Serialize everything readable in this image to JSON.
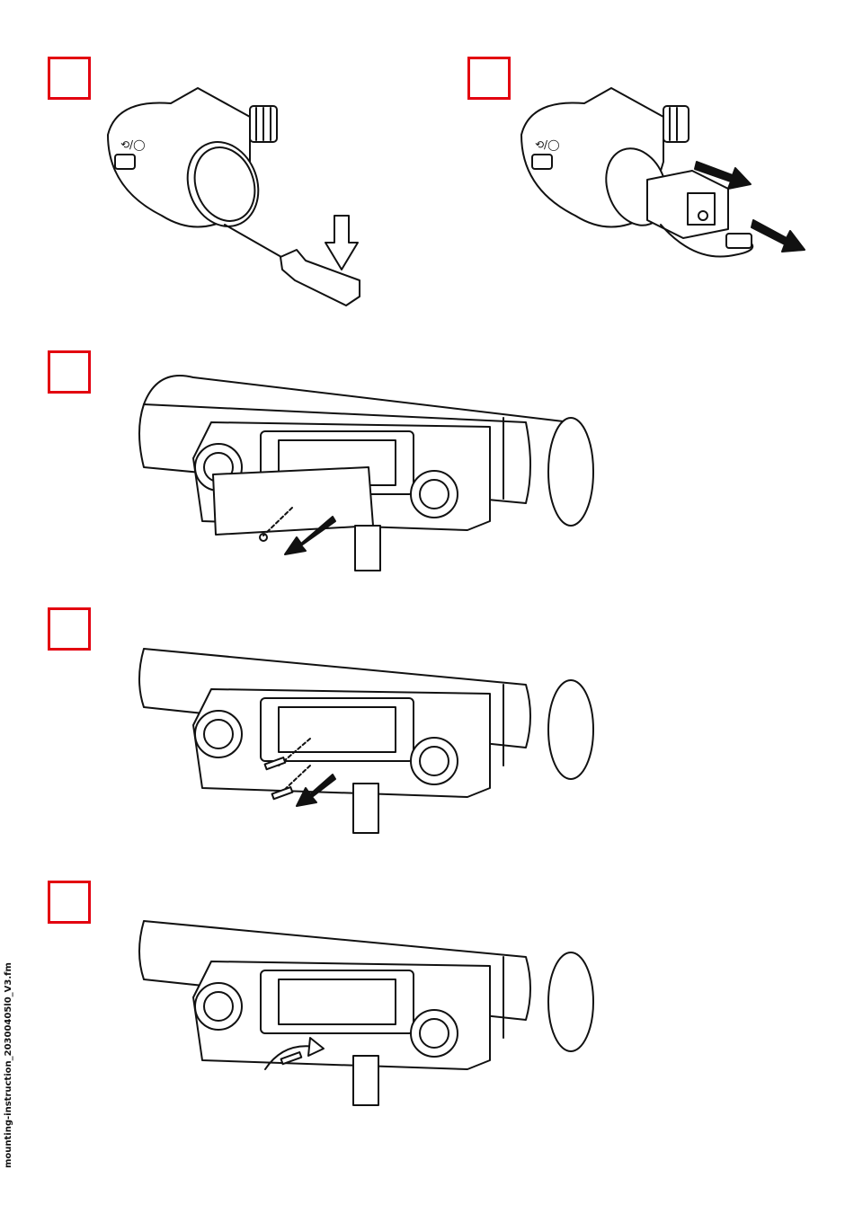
{
  "document": {
    "footer_filename": "mounting-instruction_20300405l0_V3.fm"
  },
  "steps": [
    {
      "id": 1,
      "marker_color": "#e3000f",
      "illustration": "remove-cap-with-tool"
    },
    {
      "id": 2,
      "marker_color": "#e3000f",
      "illustration": "pull-out-cartridge"
    },
    {
      "id": 3,
      "marker_color": "#e3000f",
      "illustration": "remove-cover-plate"
    },
    {
      "id": 4,
      "marker_color": "#e3000f",
      "illustration": "remove-screws"
    },
    {
      "id": 5,
      "marker_color": "#e3000f",
      "illustration": "tighten-screw"
    }
  ],
  "colors": {
    "line": "#111111",
    "accent": "#e3000f"
  }
}
